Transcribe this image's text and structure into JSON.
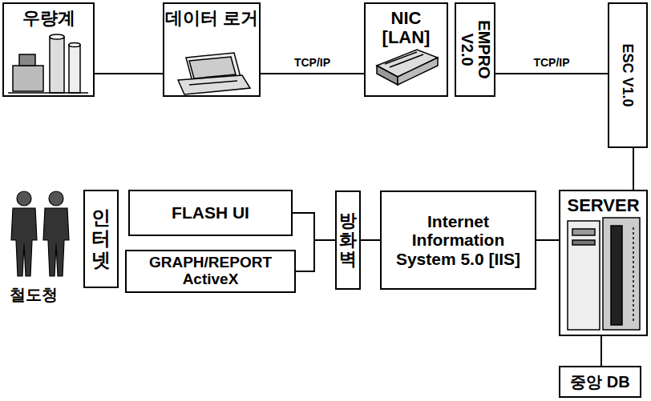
{
  "diagram": {
    "nodes": [
      {
        "text": [
          "우량계"
        ]
      },
      {
        "text": [
          "데이터 로거"
        ]
      },
      {
        "text": [
          "NIC [LAN]"
        ]
      },
      {
        "text": [
          "EMPRO V2.0"
        ]
      },
      {
        "text": [
          "ESC V1.0"
        ]
      },
      {
        "text": [
          "인터넷"
        ]
      },
      {
        "text": [
          "FLASH UI"
        ]
      },
      {
        "text": [
          "GRAPH/REPORT ActiveX"
        ]
      },
      {
        "text": [
          "방화벽"
        ]
      },
      {
        "text": [
          "Internet Information System 5.0 [IIS]"
        ]
      },
      {
        "text": [
          "SERVER"
        ]
      },
      {
        "text": [
          "중앙 DB"
        ]
      }
    ],
    "edges": [
      {
        "from": 0,
        "to": 1,
        "arrow": "none"
      },
      {
        "from": 1,
        "to": 2,
        "label": "TCP/IP",
        "arrow": "none"
      },
      {
        "from": 3,
        "to": 4,
        "label": "TCP/IP",
        "arrow": "none"
      },
      {
        "from": 4,
        "to": 10,
        "arrow": "none"
      },
      {
        "from": 10,
        "to": 11,
        "arrow": "none"
      },
      {
        "from": 9,
        "to": 10,
        "arrow": "none"
      },
      {
        "from": 8,
        "to": 9,
        "arrow": "none"
      },
      {
        "from": 6,
        "to": 8,
        "arrow": "none"
      },
      {
        "from": 7,
        "to": 8,
        "arrow": "none"
      }
    ],
    "labels": [
      "철도청"
    ]
  }
}
